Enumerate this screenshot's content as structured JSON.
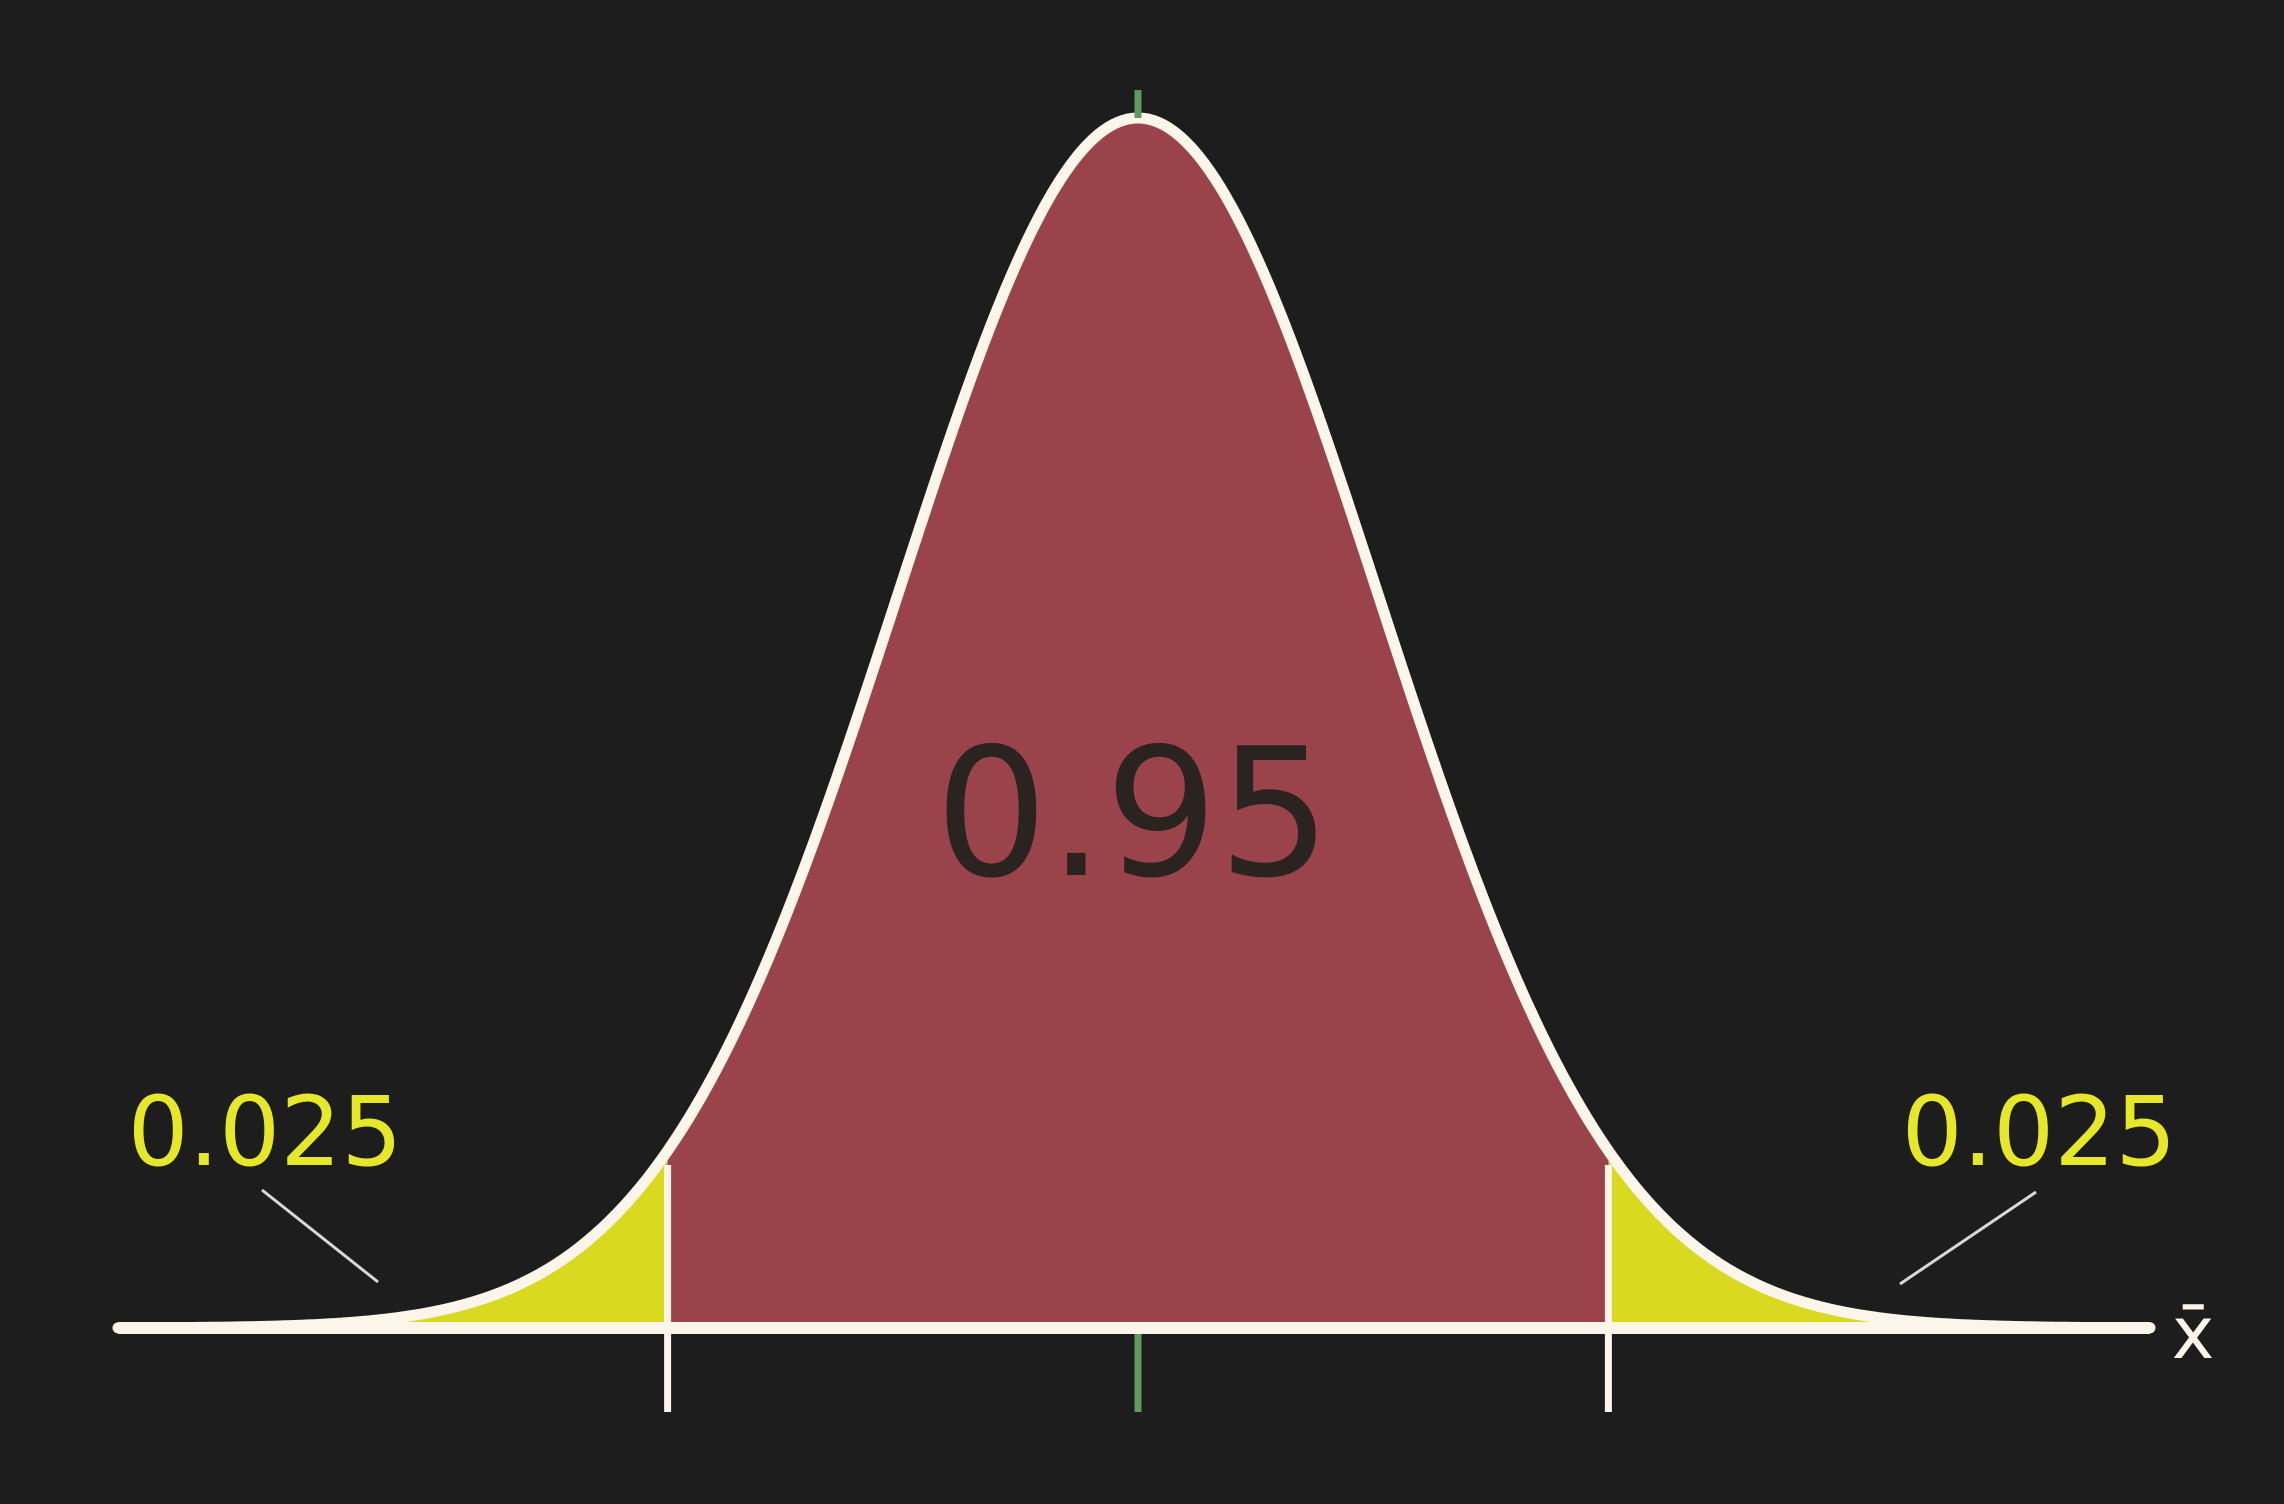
{
  "diagram": {
    "center_area_label": "0.95",
    "left_tail_label": "0.025",
    "right_tail_label": "0.025",
    "x_axis_label": "x̄",
    "colors": {
      "background": "#1e1d1d",
      "center_fill": "#9b434b",
      "tail_fill": "#d9d91f",
      "curve_stroke": "#fbf5ea",
      "axis_stroke": "#fbf5ea",
      "mean_tick": "#5d9b5f",
      "tail_label_color": "#e6e62a",
      "center_label_color": "#2a2320",
      "leader_line": "#d8d8d8"
    }
  }
}
